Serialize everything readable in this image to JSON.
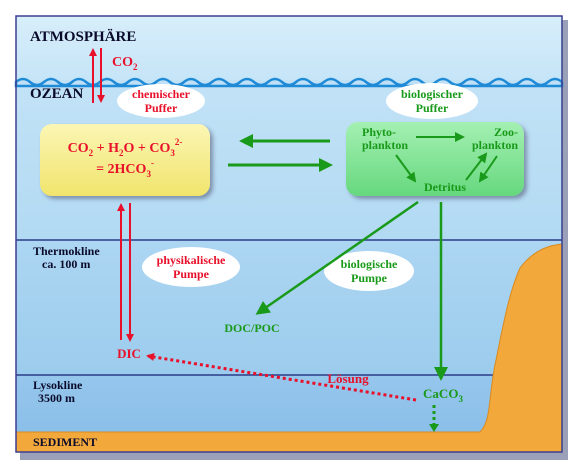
{
  "labels": {
    "atmosphere": "ATMOSPHÄRE",
    "ocean": "OZEAN",
    "thermocline_line1": "Thermokline",
    "thermocline_line2": "ca. 100 m",
    "lysocline_line1": "Lysokline",
    "lysocline_line2": "3500 m",
    "sediment": "SEDIMENT"
  },
  "co2_exchange": {
    "base": "CO",
    "sub": "2"
  },
  "chemical_buffer": {
    "line1": "chemischer",
    "line2": "Puffer"
  },
  "biological_buffer": {
    "line1": "biologischer",
    "line2": "Puffer"
  },
  "equation": {
    "a": "CO",
    "a_sub": "2",
    "b": " + H",
    "b_sub": "2",
    "c": "O + CO",
    "c_sub": "3",
    "c_sup": "2-",
    "d": "= 2HCO",
    "d_sub": "3",
    "d_sup": "-"
  },
  "plankton": {
    "phyto_line1": "Phyto-",
    "phyto_line2": "plankton",
    "zoo_line1": "Zoo-",
    "zoo_line2": "plankton",
    "detritus": "Detritus"
  },
  "physical_pump": {
    "line1": "physikalische",
    "line2": "Pumpe"
  },
  "biological_pump": {
    "line1": "biologische",
    "line2": "Pumpe"
  },
  "doc_poc": "DOC/POC",
  "dic": "DIC",
  "dissolution": "Lösung",
  "caco3": {
    "base": "CaCO",
    "sub": "3"
  },
  "colors": {
    "red": "#e8102a",
    "green": "#1a9a1a",
    "atmosphere": "#cde8f8",
    "ocean_top": "#bfe0f6",
    "ocean_mid": "#a8d4f2",
    "ocean_deep": "#92c4ec",
    "sediment": "#f2a83a",
    "equation_box": "#f7ef8e",
    "plankton_box": "#86e89a"
  }
}
